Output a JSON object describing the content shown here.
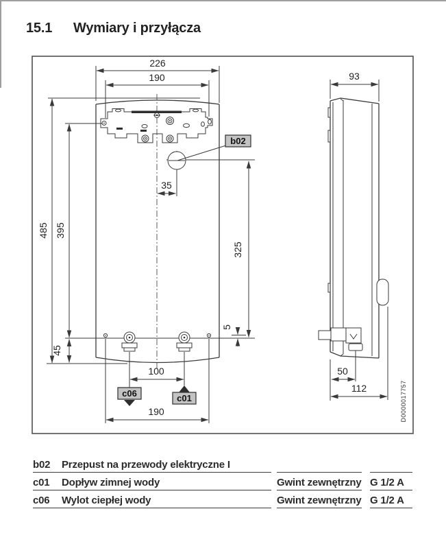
{
  "title": {
    "number": "15.1",
    "text": "Wymiary i przyłącza"
  },
  "drawing": {
    "doc_number": "D0000017757",
    "front_view": {
      "dims": {
        "total_width": "226",
        "mounting_width": "190",
        "cable_gland_offset": "35",
        "total_height": "485",
        "mounting_height": "395",
        "cable_gland_height": "325",
        "hole_offset": "5",
        "bottom_height": "45",
        "connection_spacing": "100",
        "bottom_hole_spacing": "190"
      },
      "labels": {
        "cable_gland": "b02",
        "hot_outlet": "c06",
        "cold_inlet": "c01"
      }
    },
    "side_view": {
      "dims": {
        "depth": "93",
        "connection_depth": "50",
        "total_depth": "112"
      }
    }
  },
  "legend": {
    "rows": [
      {
        "key": "b02",
        "desc": "Przepust na przewody elektryczne I",
        "col3": "",
        "col4": ""
      },
      {
        "key": "c01",
        "desc": "Dopływ zimnej wody",
        "col3": "Gwint zewnętrzny",
        "col4": "G 1/2 A"
      },
      {
        "key": "c06",
        "desc": "Wylot ciepłej wody",
        "col3": "Gwint zewnętrzny",
        "col4": "G 1/2 A"
      }
    ]
  }
}
